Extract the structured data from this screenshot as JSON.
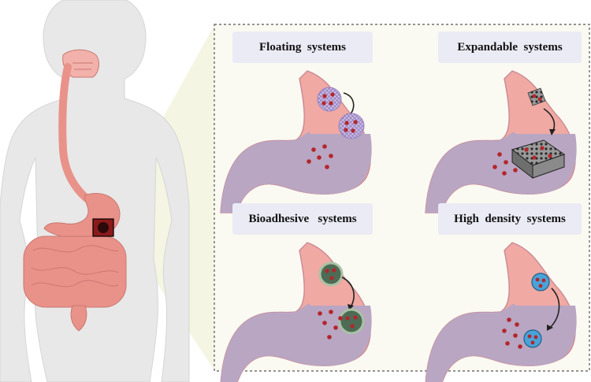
{
  "panels": {
    "floating": {
      "title": "Floating  systems"
    },
    "expandable": {
      "title": "Expandable  systems"
    },
    "bioadhesive": {
      "title": "Bioadhesive   systems"
    },
    "high_density": {
      "title": "High  density  systems"
    }
  },
  "colors": {
    "stomach_upper": "#f0a9a3",
    "stomach_lower": "#b9a6c3",
    "stomach_outline": "#c98a95",
    "body_silhouette": "#e6e6e6",
    "gi_tract": "#e9928a",
    "panel_background": "#fbfaf2",
    "panel_border": "#555555",
    "drug_particle": "#b3262b",
    "bioadhesive_capsule": "#4d6b55",
    "high_density_capsule": "#4aa3d8",
    "floating_capsule": "#c9b8e2",
    "tumor_marker": "#8b1a1a"
  }
}
